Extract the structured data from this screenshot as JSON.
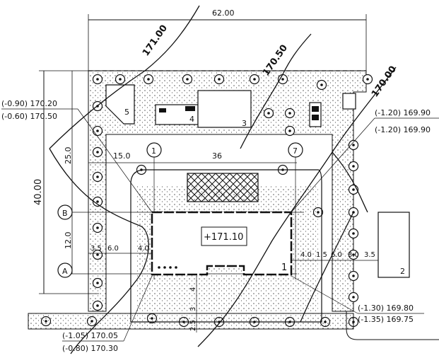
{
  "plan": {
    "overall_width_dim": "62.00",
    "overall_height_dim": "40.00",
    "upper_depth_dim": "25.0",
    "lower_depth_dim": "12.0",
    "left_offset_dim": "15.0",
    "axis_span_dim": "36",
    "left_small_dims": [
      "3.5",
      "6.0",
      "4.0"
    ],
    "right_small_dims": [
      "4.0",
      "1.5",
      "6.0",
      "3.0",
      "3.5"
    ],
    "vertical_small_dims": [
      "4",
      "3",
      "2.5"
    ],
    "building_elevation": "+171.10",
    "entrance_marker": "1",
    "structure_labels": [
      "5",
      "4",
      "3",
      "2"
    ],
    "axes": {
      "col_left": "1",
      "col_right": "7",
      "row_top": "B",
      "row_bottom": "A"
    },
    "contours": [
      "171.00",
      "170.50",
      "170.00"
    ],
    "spot_levels": {
      "top_left": [
        "(-0.90) 170.20",
        "(-0.60) 170.50"
      ],
      "top_right": [
        "(-1.20) 169.90",
        "(-1.20) 169.90"
      ],
      "bottom_left": [
        "(-1.05) 170.05",
        "(-0.80) 170.30"
      ],
      "bottom_right": [
        "(-1.30) 169.80",
        "(-1.35) 169.75"
      ]
    }
  },
  "colors": {
    "ink": "#111111",
    "paper": "#ffffff",
    "stipple": "#555555"
  }
}
